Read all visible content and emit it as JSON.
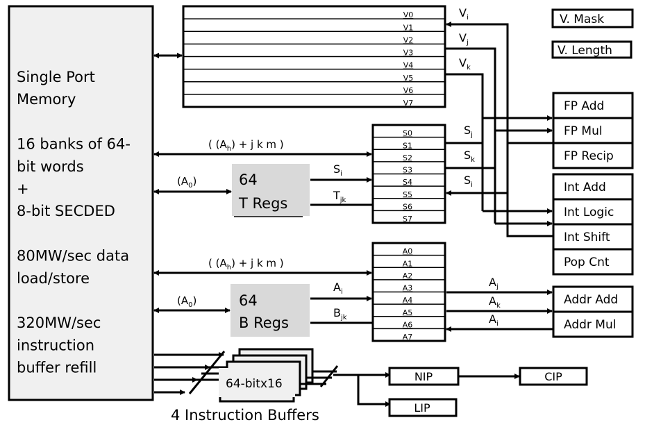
{
  "memory": {
    "lines": [
      "Single Port",
      "Memory",
      "",
      "16 banks of 64-",
      "bit words",
      "+",
      "8-bit SECDED",
      "",
      "80MW/sec data",
      "load/store",
      "",
      "320MW/sec",
      "instruction",
      "buffer refill"
    ]
  },
  "vector_regs": {
    "labels": [
      "V0",
      "V1",
      "V2",
      "V3",
      "V4",
      "V5",
      "V6",
      "V7"
    ],
    "ports": [
      {
        "base": "V",
        "sub": "i"
      },
      {
        "base": "V",
        "sub": "j"
      },
      {
        "base": "V",
        "sub": "k"
      }
    ]
  },
  "vector_control": {
    "mask": "V. Mask",
    "length": "V. Length"
  },
  "scalar_regs": {
    "labels": [
      "S0",
      "S1",
      "S2",
      "S3",
      "S4",
      "S5",
      "S6",
      "S7"
    ],
    "ports": [
      {
        "base": "S",
        "sub": "j"
      },
      {
        "base": "S",
        "sub": "k"
      },
      {
        "base": "S",
        "sub": "i"
      }
    ]
  },
  "address_regs": {
    "labels": [
      "A0",
      "A1",
      "A2",
      "A3",
      "A4",
      "A5",
      "A6",
      "A7"
    ],
    "ports": [
      {
        "base": "A",
        "sub": "j"
      },
      {
        "base": "A",
        "sub": "k"
      },
      {
        "base": "A",
        "sub": "i"
      }
    ]
  },
  "buses": {
    "scalar_addr": {
      "pre": "( (A",
      "sub": "h",
      "post": ") + j k m )"
    },
    "scalar_a0": {
      "pre": "(A",
      "sub": "0",
      "post": ")"
    },
    "addr_addr": {
      "pre": "( (A",
      "sub": "h",
      "post": ") + j k m )"
    },
    "addr_a0": {
      "pre": "(A",
      "sub": "0",
      "post": ")"
    }
  },
  "t_regs": {
    "line1": "64",
    "line2": "T Regs",
    "out": {
      "base": "S",
      "sub": "i"
    },
    "in": {
      "base": "T",
      "sub": "jk"
    }
  },
  "b_regs": {
    "line1": "64",
    "line2": "B Regs",
    "out": {
      "base": "A",
      "sub": "i"
    },
    "in": {
      "base": "B",
      "sub": "jk"
    }
  },
  "fp_units": [
    "FP Add",
    "FP Mul",
    "FP Recip"
  ],
  "int_units": [
    "Int Add",
    "Int Logic",
    "Int Shift",
    "Pop Cnt"
  ],
  "addr_units": [
    "Addr Add",
    "Addr Mul"
  ],
  "instruction_buffers": {
    "label": "64-bitx16",
    "caption": "4 Instruction Buffers"
  },
  "pointers": {
    "nip": "NIP",
    "cip": "CIP",
    "lip": "LIP"
  }
}
